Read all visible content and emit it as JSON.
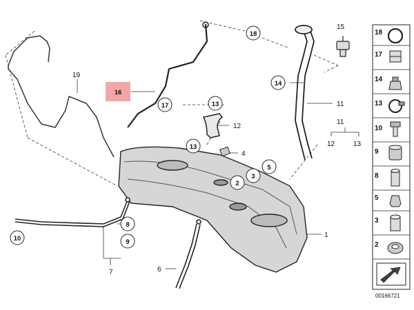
{
  "callouts": {
    "c1": "1",
    "c2": "2",
    "c3": "3",
    "c4": "4",
    "c5": "5",
    "c6": "6",
    "c7": "7",
    "c8": "8",
    "c9": "9",
    "c10": "10",
    "c11a": "11",
    "c11b": "11",
    "c12a": "12",
    "c12b": "12",
    "c13a": "13",
    "c13b": "13",
    "c13c": "13",
    "c14": "14",
    "c15": "15",
    "c16": "16",
    "c17": "17",
    "c18": "18",
    "c19": "19"
  },
  "highlight_color": "#f4a6a6",
  "sidebar": {
    "items": [
      {
        "label": "18",
        "icon": "o-ring-icon"
      },
      {
        "label": "17",
        "icon": "clip-icon"
      },
      {
        "label": "14",
        "icon": "grommet-icon"
      },
      {
        "label": "13",
        "icon": "hose-clamp-icon"
      },
      {
        "label": "10",
        "icon": "bolt-icon"
      },
      {
        "label": "9",
        "icon": "spacer-icon"
      },
      {
        "label": "8",
        "icon": "sleeve-icon"
      },
      {
        "label": "5",
        "icon": "nut-icon"
      },
      {
        "label": "3",
        "icon": "bushing-icon"
      },
      {
        "label": "2",
        "icon": "ring-grommet-icon"
      }
    ],
    "diagram_code": "00166721"
  }
}
